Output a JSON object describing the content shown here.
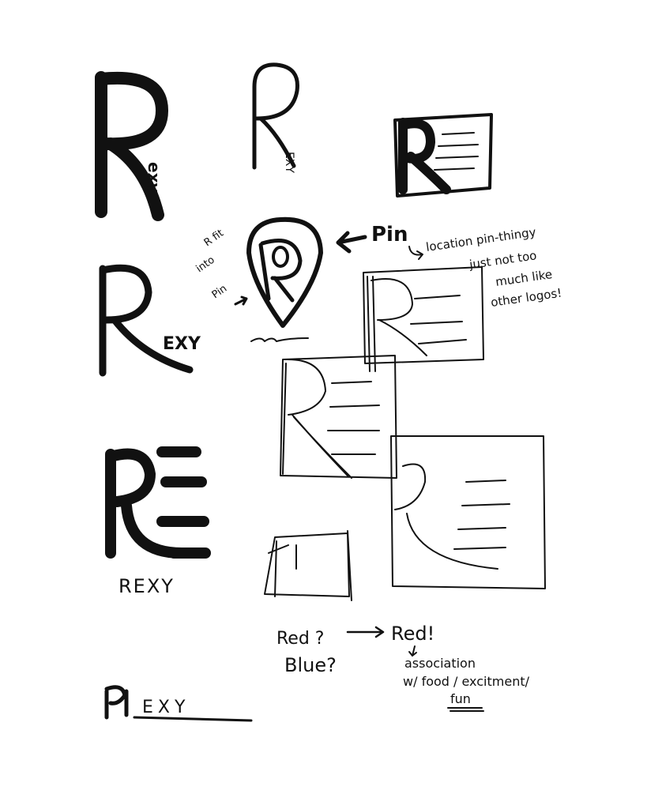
{
  "concept1": {
    "letter": "R",
    "suffix": "exy"
  },
  "concept2": {
    "letter": "R",
    "suffix": "EXY"
  },
  "concept3": {
    "letter": "R"
  },
  "pin_concept": {
    "letter": "R",
    "note_left": [
      "R fit",
      "into",
      "Pin"
    ],
    "label": "Pin",
    "note_right": [
      "location pin-thingy",
      "just not too",
      "much like",
      "other logos!"
    ]
  },
  "concept4": {
    "letter": "R",
    "suffix": "EXY"
  },
  "concept5": {
    "letter": "R",
    "wordmark": "REXY"
  },
  "color_notes": {
    "q1": "Red ?",
    "q2": "Blue?",
    "answer": "Red!",
    "reason": [
      "association",
      "w/ food / excitment/",
      "fun"
    ]
  },
  "concept6": {
    "letter": "R",
    "suffix": "EXY"
  },
  "colors": {
    "ink": "#111111",
    "paper": "#ffffff"
  }
}
